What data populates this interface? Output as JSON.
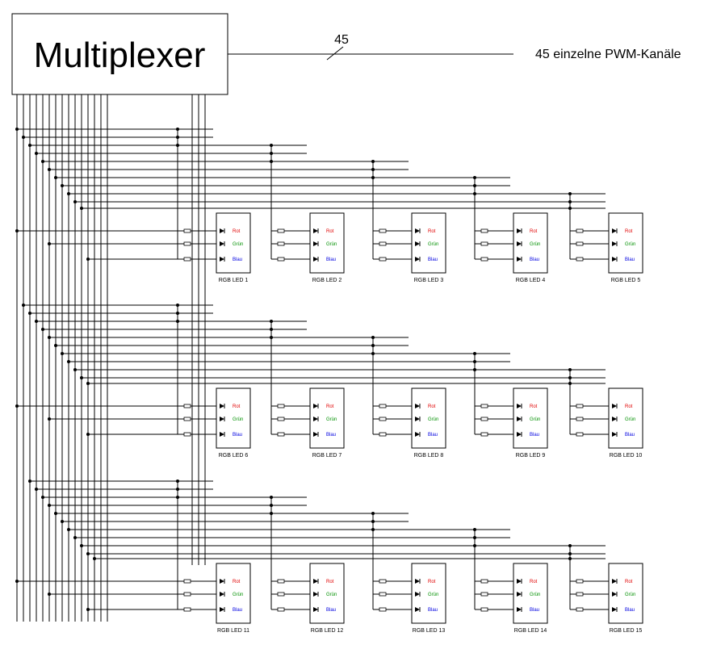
{
  "multiplexer": {
    "label": "Multiplexer"
  },
  "bus": {
    "count_label": "45",
    "output_label": "45 einzelne PWM-Kanäle"
  },
  "channel_labels": [
    {
      "name": "Rot",
      "color": "#e00000"
    },
    {
      "name": "Grün",
      "color": "#009000"
    },
    {
      "name": "Blau",
      "color": "#0000e0"
    }
  ],
  "leds": [
    "RGB LED 1",
    "RGB LED 2",
    "RGB LED 3",
    "RGB LED 4",
    "RGB LED 5",
    "RGB LED 6",
    "RGB LED 7",
    "RGB LED 8",
    "RGB LED 9",
    "RGB LED 10",
    "RGB LED 11",
    "RGB LED 12",
    "RGB LED 13",
    "RGB LED 14",
    "RGB LED 15"
  ]
}
